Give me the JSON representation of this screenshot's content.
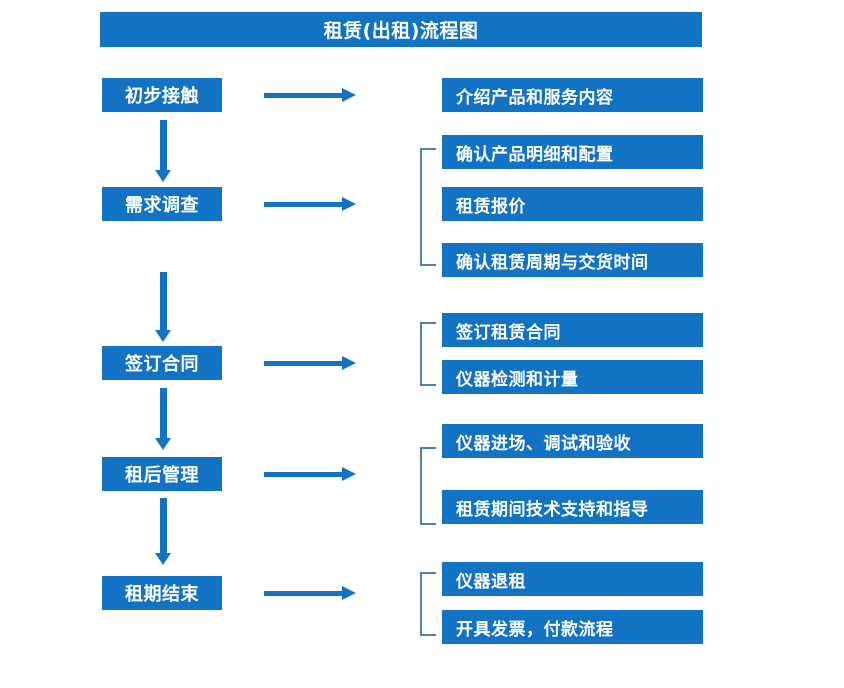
{
  "header": {
    "title": "租赁(出租)流程图"
  },
  "colors": {
    "box_fill": "#1273c4",
    "box_text": "#ffffff",
    "arrow": "#1273c4",
    "bracket": "#4a81bd",
    "background": "#ffffff"
  },
  "flow": {
    "stages": [
      {
        "label": "初步接触",
        "details": [
          "介绍产品和服务内容"
        ],
        "has_bracket": false
      },
      {
        "label": "需求调查",
        "details": [
          "确认产品明细和配置",
          "租赁报价",
          "确认租赁周期与交货时间"
        ],
        "has_bracket": true
      },
      {
        "label": "签订合同",
        "details": [
          "签订租赁合同",
          "仪器检测和计量"
        ],
        "has_bracket": true
      },
      {
        "label": "租后管理",
        "details": [
          "仪器进场、调试和验收",
          "租赁期间技术支持和指导"
        ],
        "has_bracket": true
      },
      {
        "label": "租期结束",
        "details": [
          "仪器退租",
          "开具发票，付款流程"
        ],
        "has_bracket": true
      }
    ],
    "connectors": {
      "stage_to_detail": "right-arrow",
      "stage_to_stage": "down-arrow"
    }
  }
}
